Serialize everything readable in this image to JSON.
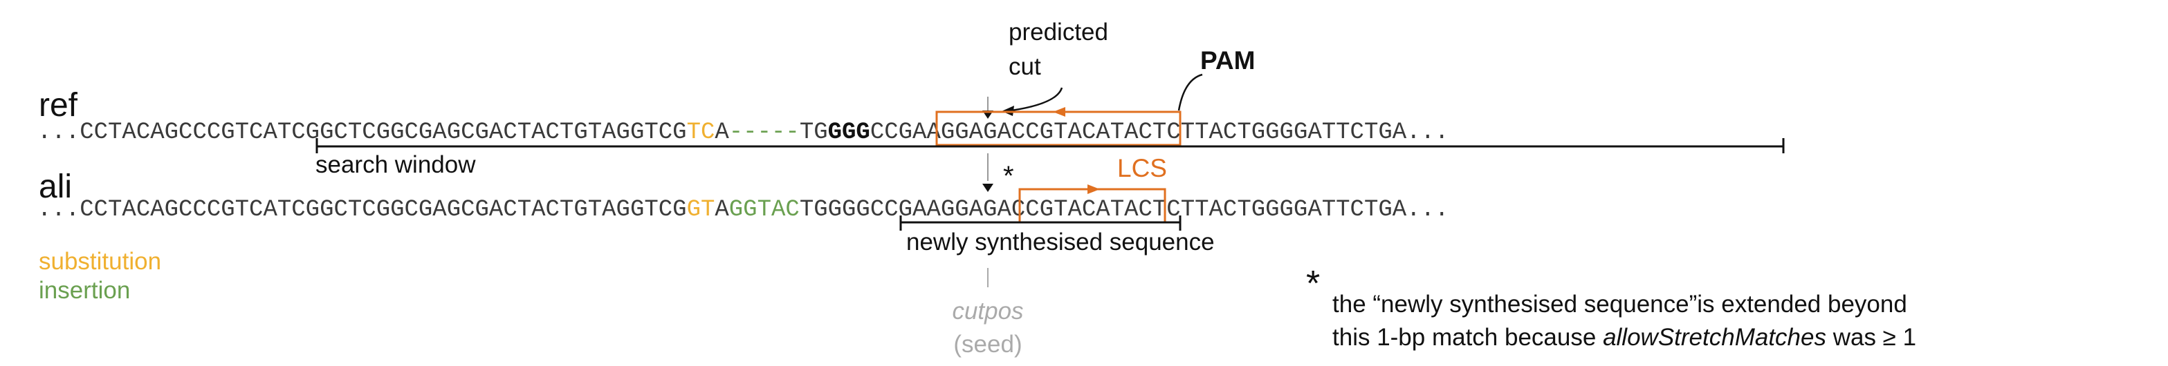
{
  "colors": {
    "orange": "#e07020",
    "yellow": "#f0b030",
    "green": "#6aa050",
    "gray": "#aaaaaa",
    "text": "#111111"
  },
  "rows": {
    "ref": {
      "label": "ref",
      "ellipsis_left": "...",
      "seg_plain": "CCTACAGCCCGTCATCGGCTCGGCGAGCGACTACTGTAGGTCG",
      "seg_sub": "TC",
      "seg_a": "A",
      "seg_gap": "-----",
      "seg_tg": "TG",
      "seg_pam": "GGG",
      "seg_tail": "CCGAAGGAGACCGTACATACTCTTACTGGGGATTCTGA",
      "ellipsis_right": "..."
    },
    "ali": {
      "label": "ali",
      "ellipsis_left": "...",
      "seg_plain": "CCTACAGCCCGTCATCGGCTCGGCGAGCGACTACTGTAGGTCG",
      "seg_sub": "GT",
      "seg_a": "A",
      "seg_ins": "GGTAC",
      "seg_tg": "TG",
      "seg_tail": "GGGCCGAAGGAGACCGTACATACTCTTACTGGGGATTCTGA",
      "ellipsis_right": "..."
    }
  },
  "annotations": {
    "predicted_cut_line1": "predicted",
    "predicted_cut_line2": "cut",
    "pam": "PAM",
    "search_window": "search window",
    "lcs": "LCS",
    "asterisk": "*",
    "newly_synthesised": "newly synthesised sequence",
    "cutpos": "cutpos",
    "seed": "(seed)"
  },
  "legend": {
    "substitution": "substitution",
    "insertion": "insertion"
  },
  "footnote": {
    "asterisk": "*",
    "line1": "the “newly synthesised sequence”is extended beyond",
    "line2_pre": "this 1-bp match because ",
    "line2_em": "allowStretchMatches",
    "line2_post": " was ≥ 1"
  }
}
